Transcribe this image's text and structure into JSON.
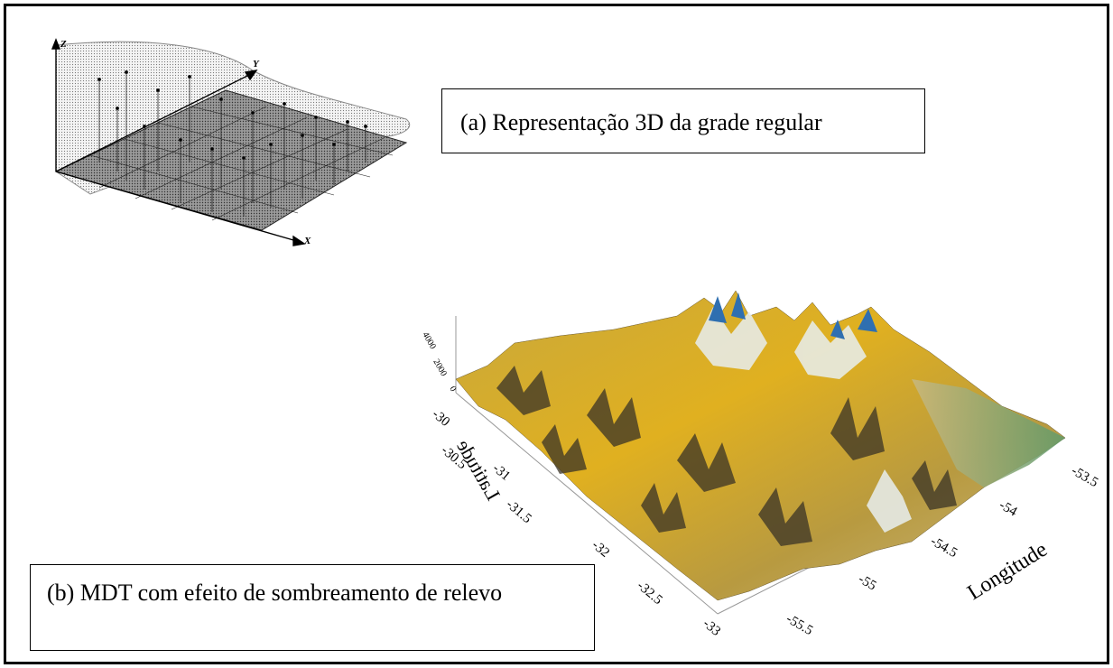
{
  "grid3d": {
    "axis_z": "Z",
    "axis_y": "Y",
    "axis_x": "X"
  },
  "caption_a": "(a) Representação 3D da grade regular",
  "dem": {
    "z_ticks": [
      "4000",
      "2000",
      "0"
    ],
    "latitude_ticks": [
      "-30",
      "-30.5",
      "-31",
      "-31.5",
      "-32",
      "-32.5",
      "-33"
    ],
    "longitude_ticks": [
      "-53.5",
      "-54",
      "-54.5",
      "-55",
      "-55.5"
    ],
    "latitude_label": "Latitude",
    "longitude_label": "Longitude",
    "colors": {
      "low": "#c8a83c",
      "mid": "#e0b020",
      "shadow": "#3a3326",
      "high": "#e8eef0",
      "peak": "#2f6fb0",
      "green": "#5f9a6a"
    }
  },
  "caption_b": "(b) MDT com efeito de sombreamento de relevo"
}
